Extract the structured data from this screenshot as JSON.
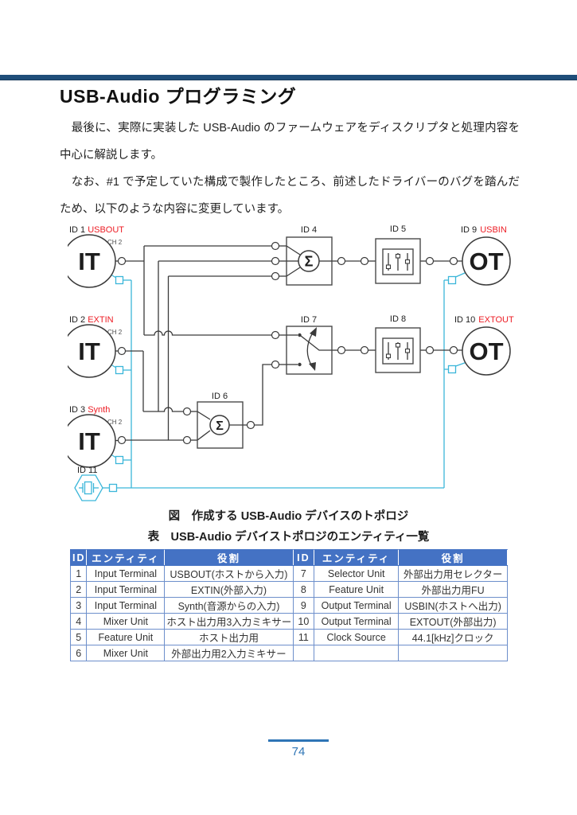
{
  "page": {
    "title": "USB-Audio プログラミング",
    "para1": "　最後に、実際に実装した USB-Audio のファームウェアをディスクリプタと処理内容を中心に解説します。",
    "para2": "　なお、#1 で予定していた構成で製作したところ、前述したドライバーのバグを踏んだため、以下のような内容に変更しています。",
    "fig_caption": "図　作成する USB-Audio デバイスのトポロジ",
    "table_caption": "表　USB-Audio デバイストポロジのエンティティ一覧",
    "page_number": "74"
  },
  "colors": {
    "accent_bar": "#1f4e79",
    "table_header": "#4472c4",
    "wire_black": "#3a3a3a",
    "clock_cyan": "#3bb6d9",
    "label_red": "#ed1c24",
    "footer_blue": "#2e75b6"
  },
  "diagram": {
    "nodes": {
      "it1": {
        "id_label": "ID 1",
        "name": "USBOUT",
        "type": "IT",
        "ch": "CH 2"
      },
      "it2": {
        "id_label": "ID 2",
        "name": "EXTIN",
        "type": "IT",
        "ch": "CH 2"
      },
      "it3": {
        "id_label": "ID 3",
        "name": "Synth",
        "type": "IT",
        "ch": "CH 2"
      },
      "mixer4": {
        "id_label": "ID 4",
        "symbol": "Σ"
      },
      "fu5": {
        "id_label": "ID 5"
      },
      "mixer6": {
        "id_label": "ID 6",
        "symbol": "Σ"
      },
      "sel7": {
        "id_label": "ID 7"
      },
      "fu8": {
        "id_label": "ID 8"
      },
      "ot9": {
        "id_label": "ID 9",
        "name": "USBIN",
        "type": "OT"
      },
      "ot10": {
        "id_label": "ID 10",
        "name": "EXTOUT",
        "type": "OT"
      },
      "clk11": {
        "id_label": "ID 11"
      }
    }
  },
  "table": {
    "headers": [
      "ID",
      "エンティティ",
      "役割",
      "ID",
      "エンティティ",
      "役割"
    ],
    "rows": [
      [
        "1",
        "Input Terminal",
        "USBOUT(ホストから入力)",
        "7",
        "Selector Unit",
        "外部出力用セレクター"
      ],
      [
        "2",
        "Input Terminal",
        "EXTIN(外部入力)",
        "8",
        "Feature Unit",
        "外部出力用FU"
      ],
      [
        "3",
        "Input Terminal",
        "Synth(音源からの入力)",
        "9",
        "Output Terminal",
        "USBIN(ホストへ出力)"
      ],
      [
        "4",
        "Mixer Unit",
        "ホスト出力用3入力ミキサー",
        "10",
        "Output Terminal",
        "EXTOUT(外部出力)"
      ],
      [
        "5",
        "Feature Unit",
        "ホスト出力用",
        "11",
        "Clock Source",
        "44.1[kHz]クロック"
      ],
      [
        "6",
        "Mixer Unit",
        "外部出力用2入力ミキサー",
        "",
        "",
        ""
      ]
    ]
  }
}
